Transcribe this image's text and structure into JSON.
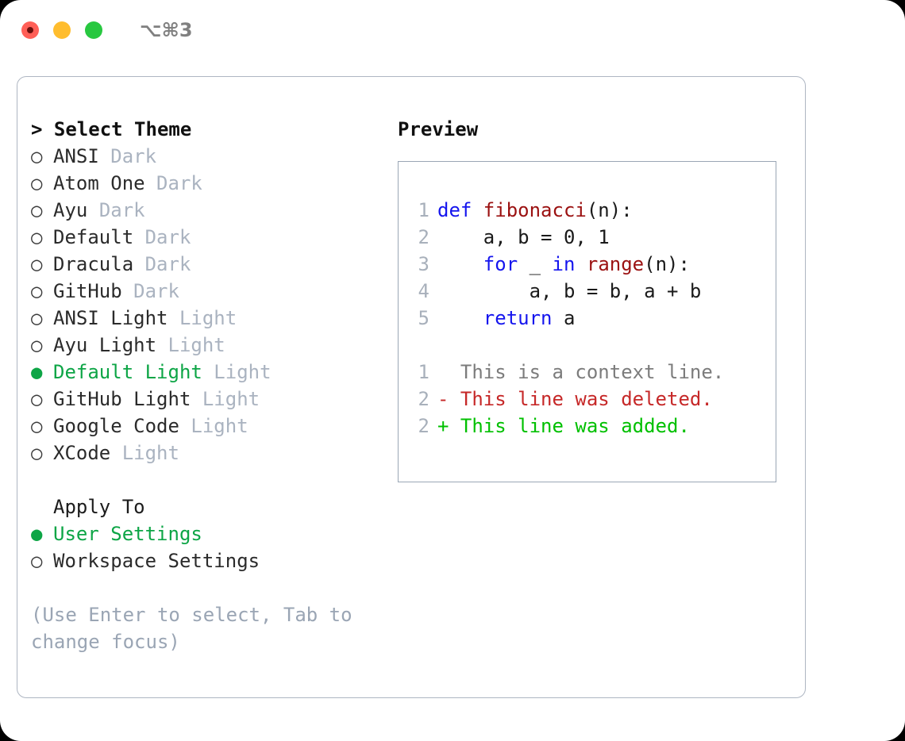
{
  "titlebar": {
    "buttons": [
      {
        "name": "close-button",
        "color": "#ff5f57"
      },
      {
        "name": "minimize-button",
        "color": "#ffbd2e"
      },
      {
        "name": "maximize-button",
        "color": "#28c840"
      }
    ],
    "shortcut": "⌥⌘3"
  },
  "colors": {
    "selected_green": "#0da546",
    "tag_gray": "#aab3c0",
    "hint_gray": "#9aa5b4",
    "keyword_blue": "#1515ee",
    "function_red": "#9b1111",
    "diff_deleted": "#c62828",
    "diff_added": "#00c000",
    "diff_context": "#7c7c7c",
    "border": "#aeb6c2"
  },
  "theme_picker": {
    "header": "> Select Theme",
    "items": [
      {
        "bullet": "○",
        "name": "ANSI",
        "tag": "Dark",
        "selected": false
      },
      {
        "bullet": "○",
        "name": "Atom One",
        "tag": "Dark",
        "selected": false
      },
      {
        "bullet": "○",
        "name": "Ayu",
        "tag": "Dark",
        "selected": false
      },
      {
        "bullet": "○",
        "name": "Default",
        "tag": "Dark",
        "selected": false
      },
      {
        "bullet": "○",
        "name": "Dracula",
        "tag": "Dark",
        "selected": false
      },
      {
        "bullet": "○",
        "name": "GitHub",
        "tag": "Dark",
        "selected": false
      },
      {
        "bullet": "○",
        "name": "ANSI Light",
        "tag": "Light",
        "selected": false
      },
      {
        "bullet": "○",
        "name": "Ayu Light",
        "tag": "Light",
        "selected": false
      },
      {
        "bullet": "●",
        "name": "Default Light",
        "tag": "Light",
        "selected": true
      },
      {
        "bullet": "○",
        "name": "GitHub Light",
        "tag": "Light",
        "selected": false
      },
      {
        "bullet": "○",
        "name": "Google Code",
        "tag": "Light",
        "selected": false
      },
      {
        "bullet": "○",
        "name": "XCode",
        "tag": "Light",
        "selected": false
      }
    ]
  },
  "apply_to": {
    "label": "Apply To",
    "items": [
      {
        "bullet": "●",
        "name": "User Settings",
        "selected": true
      },
      {
        "bullet": "○",
        "name": "Workspace Settings",
        "selected": false
      }
    ]
  },
  "hint": "(Use Enter to select, Tab to change focus)",
  "preview": {
    "title": "Preview",
    "code_lines": [
      {
        "no": "1",
        "tokens": [
          {
            "t": "def ",
            "c": "kw"
          },
          {
            "t": "fibonacci",
            "c": "fn"
          },
          {
            "t": "(n):",
            "c": "def"
          }
        ]
      },
      {
        "no": "2",
        "tokens": [
          {
            "t": "    a, b = 0, 1",
            "c": "def"
          }
        ]
      },
      {
        "no": "3",
        "tokens": [
          {
            "t": "    ",
            "c": "def"
          },
          {
            "t": "for",
            "c": "kw"
          },
          {
            "t": " _ ",
            "c": "def"
          },
          {
            "t": "in",
            "c": "kw"
          },
          {
            "t": " ",
            "c": "def"
          },
          {
            "t": "range",
            "c": "fn"
          },
          {
            "t": "(n):",
            "c": "def"
          }
        ]
      },
      {
        "no": "4",
        "tokens": [
          {
            "t": "        a, b = b, a + b",
            "c": "def"
          }
        ]
      },
      {
        "no": "5",
        "tokens": [
          {
            "t": "    ",
            "c": "def"
          },
          {
            "t": "return",
            "c": "kw"
          },
          {
            "t": " a",
            "c": "def"
          }
        ]
      }
    ],
    "diff_lines": [
      {
        "no": "1",
        "marker": "  ",
        "text": "This is a context line.",
        "kind": "ctx"
      },
      {
        "no": "2",
        "marker": "- ",
        "text": "This line was deleted.",
        "kind": "del"
      },
      {
        "no": "2",
        "marker": "+ ",
        "text": "This line was added.",
        "kind": "add"
      }
    ]
  }
}
